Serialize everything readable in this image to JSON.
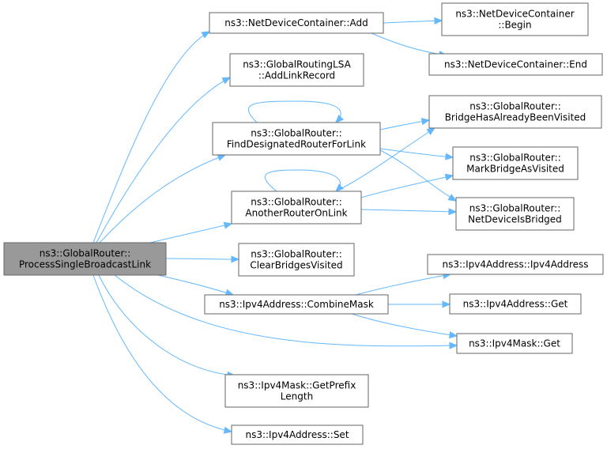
{
  "diagram": {
    "nodes": [
      {
        "id": "root",
        "lines": [
          "ns3::GlobalRouter::",
          "ProcessSingleBroadcastLink"
        ],
        "root": true
      },
      {
        "id": "ndc_add",
        "lines": [
          "ns3::NetDeviceContainer::Add"
        ]
      },
      {
        "id": "ndc_begin",
        "lines": [
          "ns3::NetDeviceContainer",
          "::Begin"
        ]
      },
      {
        "id": "ndc_end",
        "lines": [
          "ns3::NetDeviceContainer::End"
        ]
      },
      {
        "id": "lsa_add",
        "lines": [
          "ns3::GlobalRoutingLSA",
          "::AddLinkRecord"
        ]
      },
      {
        "id": "find_dr",
        "lines": [
          "ns3::GlobalRouter::",
          "FindDesignatedRouterForLink"
        ]
      },
      {
        "id": "bridge_visited",
        "lines": [
          "ns3::GlobalRouter::",
          "BridgeHasAlreadyBeenVisited"
        ]
      },
      {
        "id": "mark_bridge",
        "lines": [
          "ns3::GlobalRouter::",
          "MarkBridgeAsVisited"
        ]
      },
      {
        "id": "another_router",
        "lines": [
          "ns3::GlobalRouter::",
          "AnotherRouterOnLink"
        ]
      },
      {
        "id": "is_bridged",
        "lines": [
          "ns3::GlobalRouter::",
          "NetDeviceIsBridged"
        ]
      },
      {
        "id": "clear_bridges",
        "lines": [
          "ns3::GlobalRouter::",
          "ClearBridgesVisited"
        ]
      },
      {
        "id": "combine_mask",
        "lines": [
          "ns3::Ipv4Address::CombineMask"
        ]
      },
      {
        "id": "ipv4_ctor",
        "lines": [
          "ns3::Ipv4Address::Ipv4Address"
        ]
      },
      {
        "id": "ipv4_get",
        "lines": [
          "ns3::Ipv4Address::Get"
        ]
      },
      {
        "id": "mask_get",
        "lines": [
          "ns3::Ipv4Mask::Get"
        ]
      },
      {
        "id": "prefix_len",
        "lines": [
          "ns3::Ipv4Mask::GetPrefix",
          "Length"
        ]
      },
      {
        "id": "ipv4_set",
        "lines": [
          "ns3::Ipv4Address::Set"
        ]
      }
    ],
    "edges": [
      {
        "from": "root",
        "to": "ndc_add"
      },
      {
        "from": "root",
        "to": "lsa_add"
      },
      {
        "from": "root",
        "to": "find_dr"
      },
      {
        "from": "root",
        "to": "another_router"
      },
      {
        "from": "root",
        "to": "clear_bridges"
      },
      {
        "from": "root",
        "to": "combine_mask"
      },
      {
        "from": "root",
        "to": "mask_get"
      },
      {
        "from": "root",
        "to": "prefix_len"
      },
      {
        "from": "root",
        "to": "ipv4_set"
      },
      {
        "from": "ndc_add",
        "to": "ndc_begin"
      },
      {
        "from": "ndc_add",
        "to": "ndc_end"
      },
      {
        "from": "find_dr",
        "to": "find_dr"
      },
      {
        "from": "find_dr",
        "to": "bridge_visited"
      },
      {
        "from": "find_dr",
        "to": "mark_bridge"
      },
      {
        "from": "find_dr",
        "to": "is_bridged"
      },
      {
        "from": "another_router",
        "to": "another_router"
      },
      {
        "from": "another_router",
        "to": "bridge_visited"
      },
      {
        "from": "another_router",
        "to": "mark_bridge"
      },
      {
        "from": "another_router",
        "to": "is_bridged"
      },
      {
        "from": "combine_mask",
        "to": "ipv4_ctor"
      },
      {
        "from": "combine_mask",
        "to": "ipv4_get"
      },
      {
        "from": "combine_mask",
        "to": "mask_get"
      }
    ],
    "colors": {
      "edge": "#63b8ff",
      "node_border": "#666666",
      "root_fill": "#999999",
      "node_fill": "#ffffff"
    }
  }
}
